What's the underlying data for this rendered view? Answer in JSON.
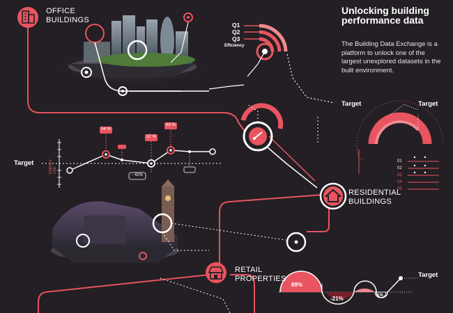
{
  "header": {
    "title": "Unlocking building performance data",
    "description": "The Building Data Exchange is a platform to unlock one of the largest unexplored datasets in the built environment."
  },
  "categories": {
    "office": "OFFICE BUILDINGS",
    "residential": "RESIDENTIAL BUILDINGS",
    "retail": "RETAIL PROPERTIES"
  },
  "gauge": {
    "labels": [
      "Q1",
      "Q2",
      "Q3",
      "Efficiency"
    ]
  },
  "targets": {
    "top_middle": "Target",
    "top_right": "Target",
    "left": "Target",
    "bottom_right": "Target"
  },
  "line_chart": {
    "ylabel": "ENERGY USE",
    "badges": [
      "54 %",
      "37 %",
      "69 %"
    ],
    "low_label": "- 41%"
  },
  "wave_chart": {
    "values": [
      "89%",
      "-21%",
      "27%",
      "-1%"
    ]
  },
  "rings_chart": {
    "row_labels": [
      "01",
      "02",
      "03",
      "04",
      "05"
    ]
  },
  "colors": {
    "background": "#231f24",
    "accent": "#e8545f",
    "accent_light": "#f08a90",
    "line": "#ffffff"
  },
  "icons": [
    "office-building-icon",
    "house-icon",
    "shop-icon"
  ]
}
